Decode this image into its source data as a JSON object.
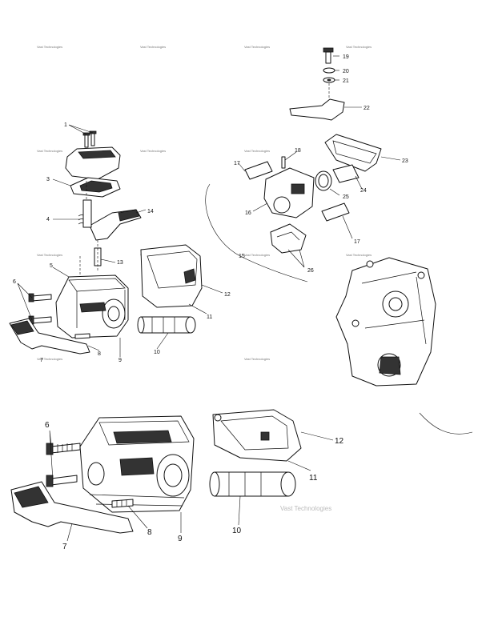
{
  "watermark": "Vast Technologies",
  "watermark_large": "Vast Technologies",
  "callouts": {
    "c1": "1",
    "c3": "3",
    "c4": "4",
    "c5": "5",
    "c6": "6",
    "c7": "7",
    "c8": "8",
    "c9": "9",
    "c10": "10",
    "c11": "11",
    "c12": "12",
    "c13": "13",
    "c14": "14",
    "c15": "15",
    "c16": "16",
    "c17a": "17",
    "c17b": "17",
    "c18": "18",
    "c19": "19",
    "c20": "20",
    "c21": "21",
    "c22": "22",
    "c23": "23",
    "c24": "24",
    "c25": "25",
    "c26": "26"
  },
  "detail_callouts": {
    "d6": "6",
    "d7": "7",
    "d8": "8",
    "d9": "9",
    "d10": "10",
    "d11": "11",
    "d12": "12"
  }
}
